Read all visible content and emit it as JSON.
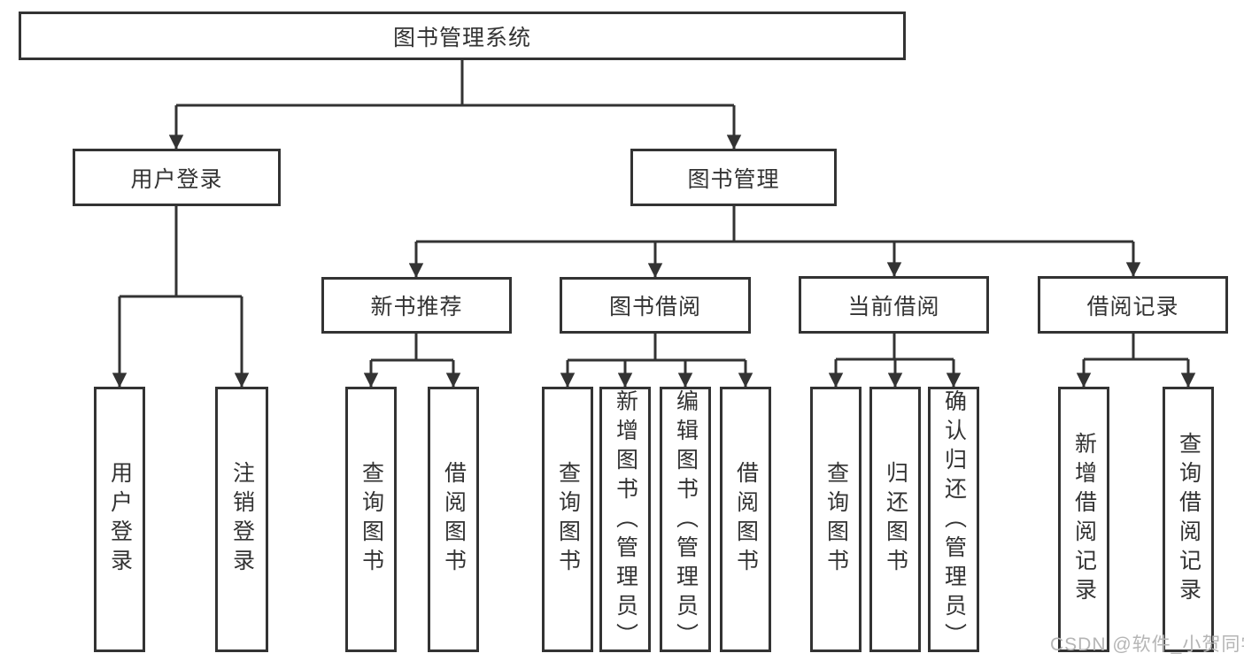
{
  "nodes": {
    "root": {
      "label": "图书管理系统"
    },
    "user_login": {
      "label": "用户登录"
    },
    "book_mgmt": {
      "label": "图书管理"
    },
    "login": {
      "label": "用户登录"
    },
    "logout": {
      "label": "注销登录"
    },
    "new_book_rec": {
      "label": "新书推荐"
    },
    "book_borrow": {
      "label": "图书借阅"
    },
    "current_borrow": {
      "label": "当前借阅"
    },
    "borrow_records": {
      "label": "借阅记录"
    },
    "rec_query": {
      "label": "查询图书"
    },
    "rec_borrow": {
      "label": "借阅图书"
    },
    "bb_query": {
      "label": "查询图书"
    },
    "bb_add": {
      "label": "新增图书（管理员）"
    },
    "bb_edit": {
      "label": "编辑图书（管理员）"
    },
    "bb_borrow": {
      "label": "借阅图书"
    },
    "cb_query": {
      "label": "查询图书"
    },
    "cb_return": {
      "label": "归还图书"
    },
    "cb_confirm": {
      "label": "确认归还（管理员）"
    },
    "br_add": {
      "label": "新增借阅记录"
    },
    "br_query": {
      "label": "查询借阅记录"
    }
  },
  "hierarchy": {
    "root": [
      "user_login",
      "book_mgmt"
    ],
    "user_login": [
      "login",
      "logout"
    ],
    "book_mgmt": [
      "new_book_rec",
      "book_borrow",
      "current_borrow",
      "borrow_records"
    ],
    "new_book_rec": [
      "rec_query",
      "rec_borrow"
    ],
    "book_borrow": [
      "bb_query",
      "bb_add",
      "bb_edit",
      "bb_borrow"
    ],
    "current_borrow": [
      "cb_query",
      "cb_return",
      "cb_confirm"
    ],
    "borrow_records": [
      "br_add",
      "br_query"
    ]
  },
  "watermark": {
    "text": "CSDN @软件_小贺同学"
  },
  "colors": {
    "background": "#ffffff",
    "box_border": "#333333",
    "box_bg": "#ffffff",
    "line": "#333333",
    "text": "#333333",
    "watermark": "#b5b5b5"
  }
}
